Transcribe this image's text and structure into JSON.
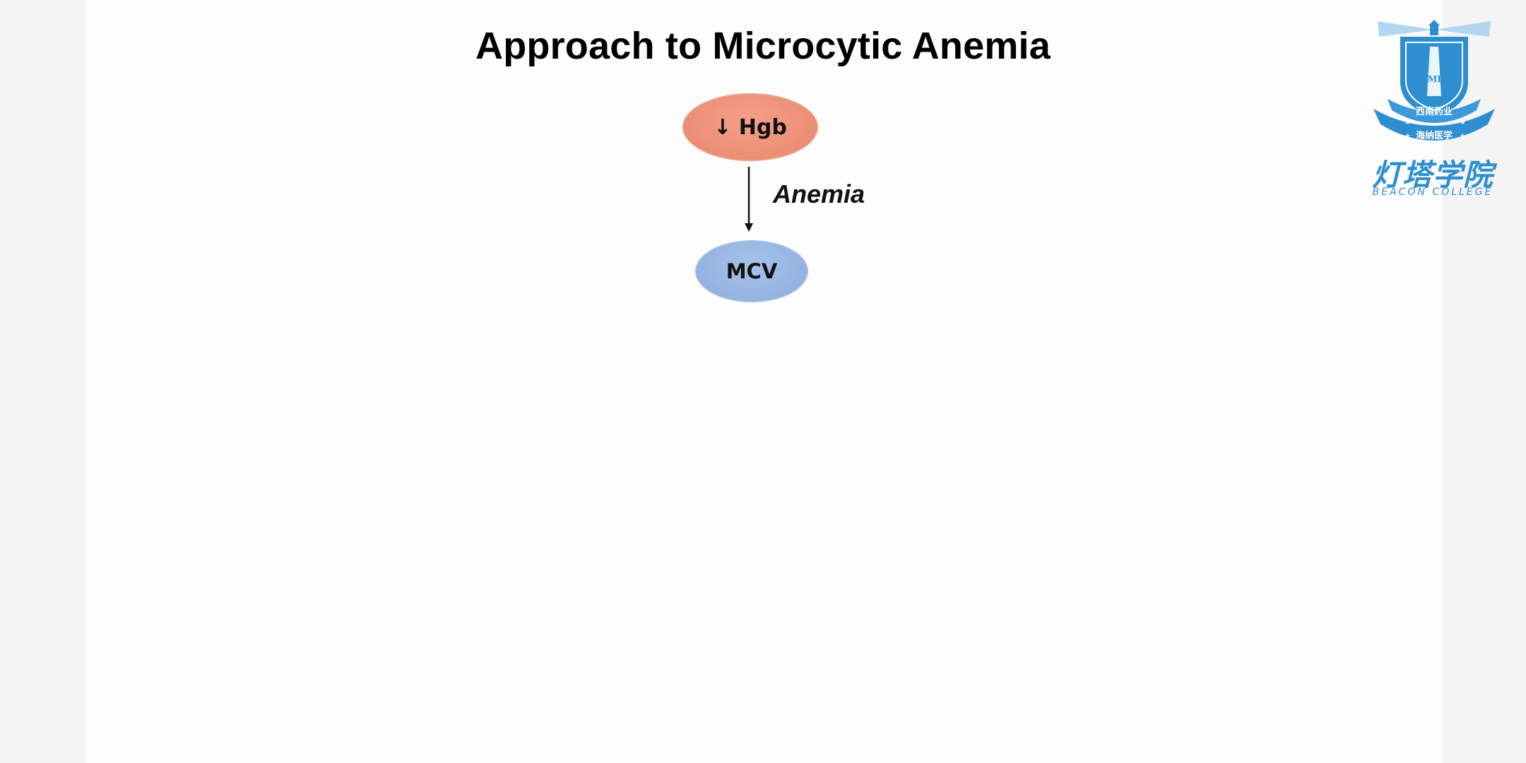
{
  "slide": {
    "title": "Approach to Microcytic Anemia"
  },
  "diagram": {
    "nodes": [
      {
        "id": "hgb",
        "label": "↓ Hgb",
        "color": "#ec8e74"
      },
      {
        "id": "mcv",
        "label": "MCV",
        "color": "#93b3e2"
      }
    ],
    "edges": [
      {
        "from": "hgb",
        "to": "mcv",
        "label": "Anemia"
      }
    ]
  },
  "logo": {
    "text_cn": "灯塔学院",
    "text_en": "BEACON COLLEGE",
    "badge_text": "IMD",
    "ribbon_top": "西南药业",
    "ribbon_bottom": "海纳医学",
    "accent_color": "#2e8fd0"
  }
}
